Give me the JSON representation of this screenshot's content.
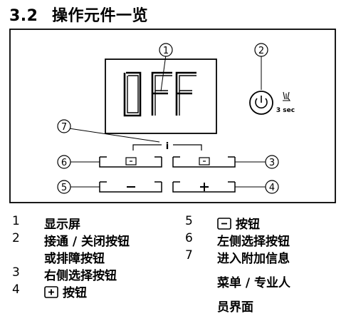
{
  "heading": {
    "number": "3.2",
    "title": "操作元件一览"
  },
  "display": {
    "text": "OFF",
    "info_label": "i",
    "hold_label": "3 sec"
  },
  "callouts": [
    "1",
    "2",
    "3",
    "4",
    "5",
    "6",
    "7"
  ],
  "legend": [
    {
      "n": "1",
      "text": "显示屏"
    },
    {
      "n": "2",
      "text": "接通 / 关闭按钮"
    },
    {
      "n": "",
      "text": "或排障按钮"
    },
    {
      "n": "3",
      "text": "右侧选择按钮"
    },
    {
      "n": "4",
      "text": "按钮",
      "icon": "plus-box-icon"
    },
    {
      "n": "5",
      "text": "按钮",
      "icon": "minus-box-icon"
    },
    {
      "n": "6",
      "text": "左侧选择按钮"
    },
    {
      "n": "7",
      "text": "进入附加信息"
    },
    {
      "n": "",
      "text": "菜单 / 专业人"
    },
    {
      "n": "",
      "text": "员界面"
    }
  ]
}
